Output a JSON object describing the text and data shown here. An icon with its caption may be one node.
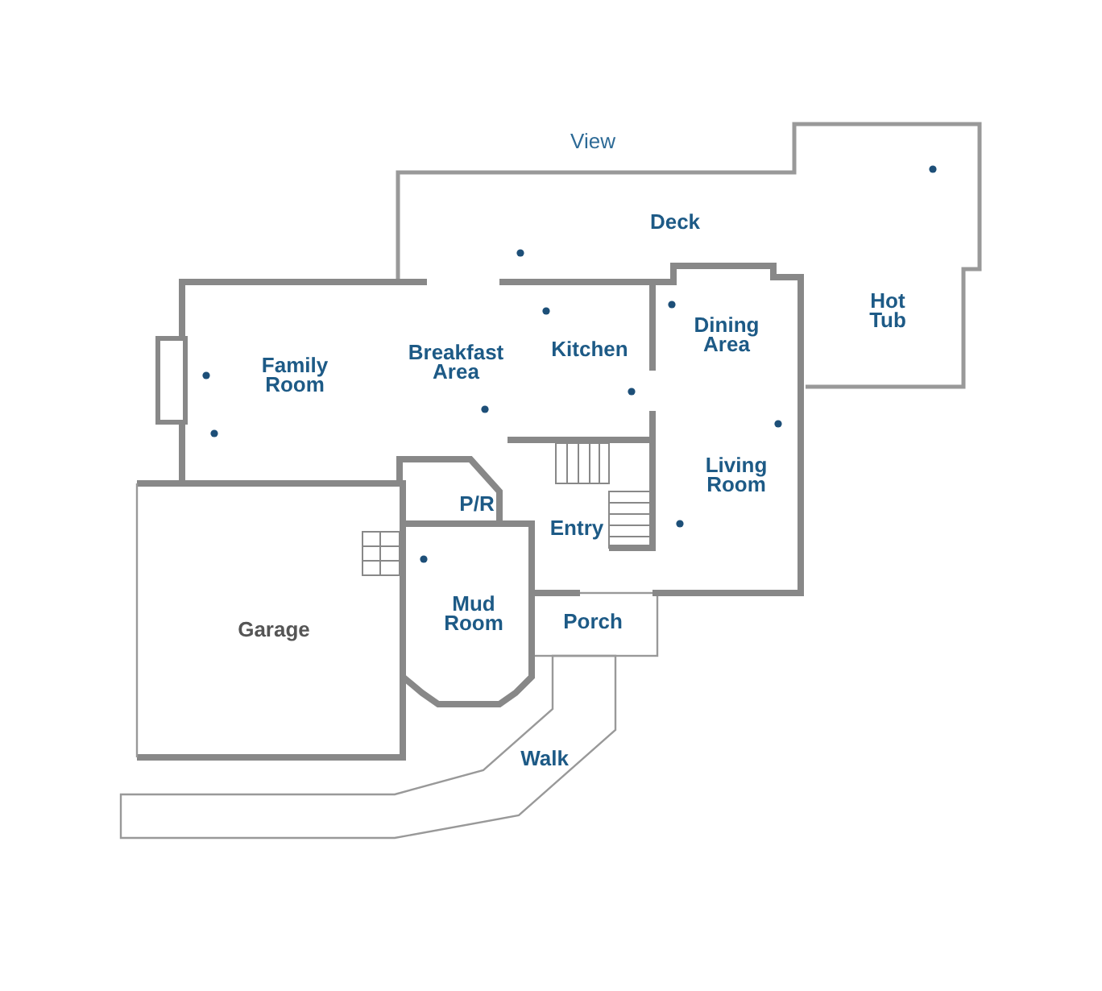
{
  "diagram": {
    "labels": [
      "View",
      "Deck",
      "Hot Tub",
      "Family Room",
      "Breakfast Area",
      "Kitchen",
      "Dining Area",
      "Living Room",
      "P/R",
      "Entry",
      "Garage",
      "Mud Room",
      "Porch",
      "Walk"
    ]
  }
}
